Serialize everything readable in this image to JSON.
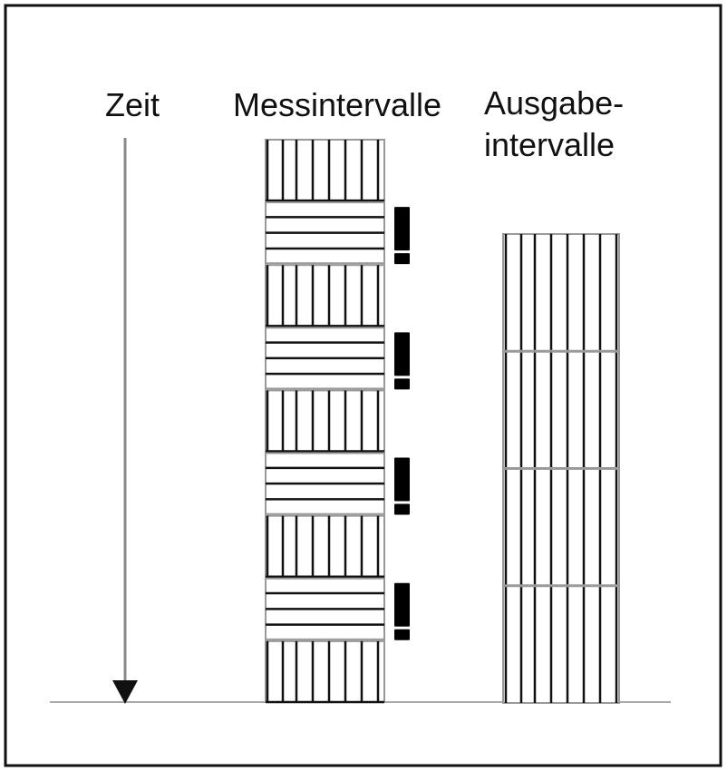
{
  "labels": {
    "time": "Zeit",
    "measure_intervals": "Messintervalle",
    "output_intervals_line1": "Ausgabe-",
    "output_intervals_line2": "intervalle"
  },
  "measure_column": {
    "segments": [
      "vertical",
      "horizontal",
      "vertical",
      "horizontal",
      "vertical",
      "horizontal",
      "vertical",
      "horizontal",
      "vertical"
    ],
    "marked_segment_symbol": "!"
  },
  "output_column": {
    "intervals": 4
  },
  "colors": {
    "line": "#111111",
    "separator": "#9a9a9a",
    "axis": "#888888"
  }
}
